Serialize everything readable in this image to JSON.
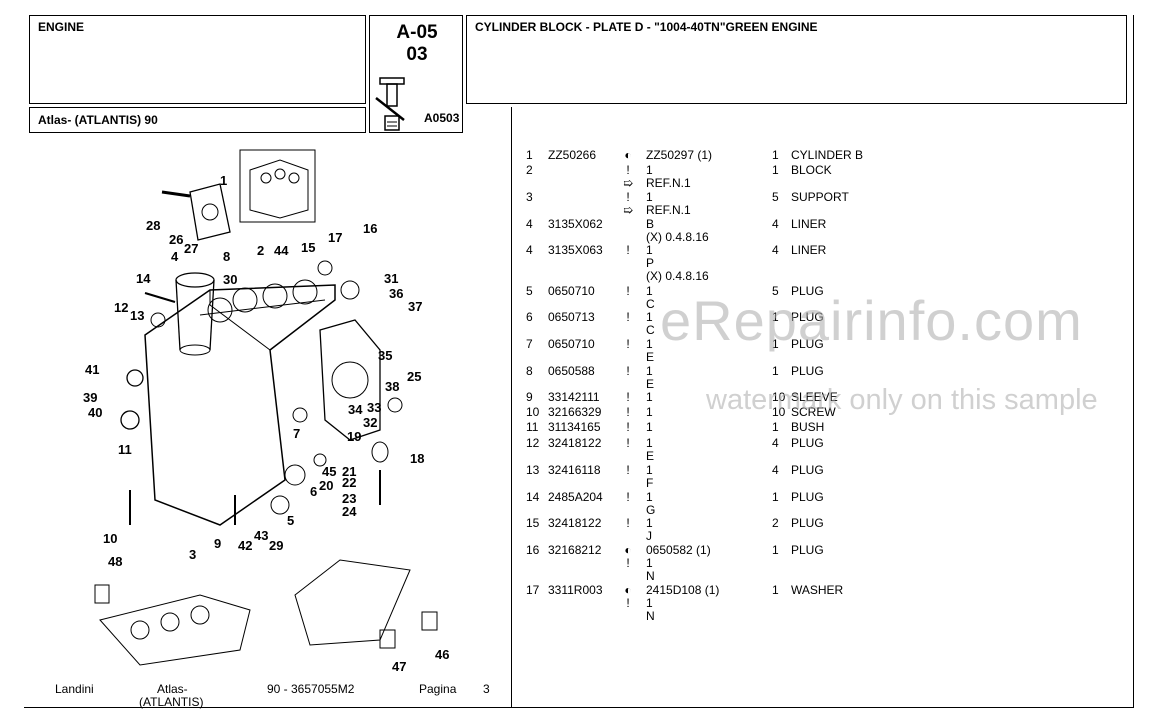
{
  "header": {
    "section": "ENGINE",
    "model": "Atlas- (ATLANTIS) 90",
    "code_line1": "A-05",
    "code_line2": "03",
    "ref_code": "A0503",
    "title": "CYLINDER BLOCK - PLATE D - \"1004-40TN\"GREEN ENGINE"
  },
  "watermark": {
    "brand": "eRepairinfo.com",
    "note": "watermark only on this sample"
  },
  "parts": [
    {
      "num": "1",
      "code": "ZZ50266",
      "sym": "◐",
      "desc": [
        "ZZ50297  (1)"
      ],
      "qty": "1",
      "name": "CYLINDER B"
    },
    {
      "num": "2",
      "code": "",
      "sym": "!",
      "desc": [
        "1",
        "REF.N.1"
      ],
      "sym2": "➯",
      "qty": "1",
      "name": "BLOCK"
    },
    {
      "num": "3",
      "code": "",
      "sym": "!",
      "desc": [
        "1",
        "REF.N.1"
      ],
      "sym2": "➯",
      "qty": "5",
      "name": "SUPPORT"
    },
    {
      "num": "4",
      "code": "3135X062",
      "sym": "",
      "desc": [
        "B",
        "(X) 0.4.8.16"
      ],
      "qty": "4",
      "name": "LINER"
    },
    {
      "num": "4",
      "code": "3135X063",
      "sym": "!",
      "desc": [
        "1",
        "P",
        "(X) 0.4.8.16"
      ],
      "qty": "4",
      "name": "LINER"
    },
    {
      "num": "5",
      "code": "0650710",
      "sym": "!",
      "desc": [
        "1",
        "C"
      ],
      "qty": "5",
      "name": "PLUG"
    },
    {
      "num": "6",
      "code": "0650713",
      "sym": "!",
      "desc": [
        "1",
        "C"
      ],
      "qty": "1",
      "name": "PLUG"
    },
    {
      "num": "7",
      "code": "0650710",
      "sym": "!",
      "desc": [
        "1",
        "E"
      ],
      "qty": "1",
      "name": "PLUG"
    },
    {
      "num": "8",
      "code": "0650588",
      "sym": "!",
      "desc": [
        "1",
        "E"
      ],
      "qty": "1",
      "name": "PLUG"
    },
    {
      "num": "9",
      "code": "33142111",
      "sym": "!",
      "desc": [
        "1"
      ],
      "qty": "10",
      "name": "SLEEVE"
    },
    {
      "num": "10",
      "code": "32166329",
      "sym": "!",
      "desc": [
        "1"
      ],
      "qty": "10",
      "name": "SCREW"
    },
    {
      "num": "11",
      "code": "31134165",
      "sym": "!",
      "desc": [
        "1"
      ],
      "qty": "1",
      "name": "BUSH"
    },
    {
      "num": "12",
      "code": "32418122",
      "sym": "!",
      "desc": [
        "1",
        "E"
      ],
      "qty": "4",
      "name": "PLUG"
    },
    {
      "num": "13",
      "code": "32416118",
      "sym": "!",
      "desc": [
        "1",
        "F"
      ],
      "qty": "4",
      "name": "PLUG"
    },
    {
      "num": "14",
      "code": "2485A204",
      "sym": "!",
      "desc": [
        "1",
        "G"
      ],
      "qty": "1",
      "name": "PLUG"
    },
    {
      "num": "15",
      "code": "32418122",
      "sym": "!",
      "desc": [
        "1",
        "J"
      ],
      "qty": "2",
      "name": "PLUG"
    },
    {
      "num": "16",
      "code": "32168212",
      "sym": "◐",
      "desc": [
        "0650582  (1)",
        "1",
        "N"
      ],
      "sym3": "!",
      "qty": "1",
      "name": "PLUG"
    },
    {
      "num": "17",
      "code": "3311R003",
      "sym": "◐",
      "desc": [
        "2415D108  (1)",
        "1",
        "N"
      ],
      "sym3": "!",
      "qty": "1",
      "name": "WASHER"
    }
  ],
  "callouts": [
    "1",
    "28",
    "26",
    "27",
    "8",
    "2",
    "44",
    "15",
    "17",
    "16",
    "4",
    "14",
    "30",
    "31",
    "36",
    "12",
    "13",
    "37",
    "35",
    "41",
    "39",
    "40",
    "38",
    "25",
    "34",
    "33",
    "32",
    "19",
    "11",
    "7",
    "18",
    "21",
    "45",
    "22",
    "20",
    "6",
    "23",
    "24",
    "10",
    "3",
    "9",
    "43",
    "42",
    "29",
    "5",
    "48",
    "47",
    "46"
  ],
  "footer": {
    "brand": "Landini",
    "model_line1": "Atlas-",
    "model_line2": "(ATLANTIS)",
    "catalog": "90 - 3657055M2",
    "page_label": "Pagina",
    "page_number": "3"
  }
}
